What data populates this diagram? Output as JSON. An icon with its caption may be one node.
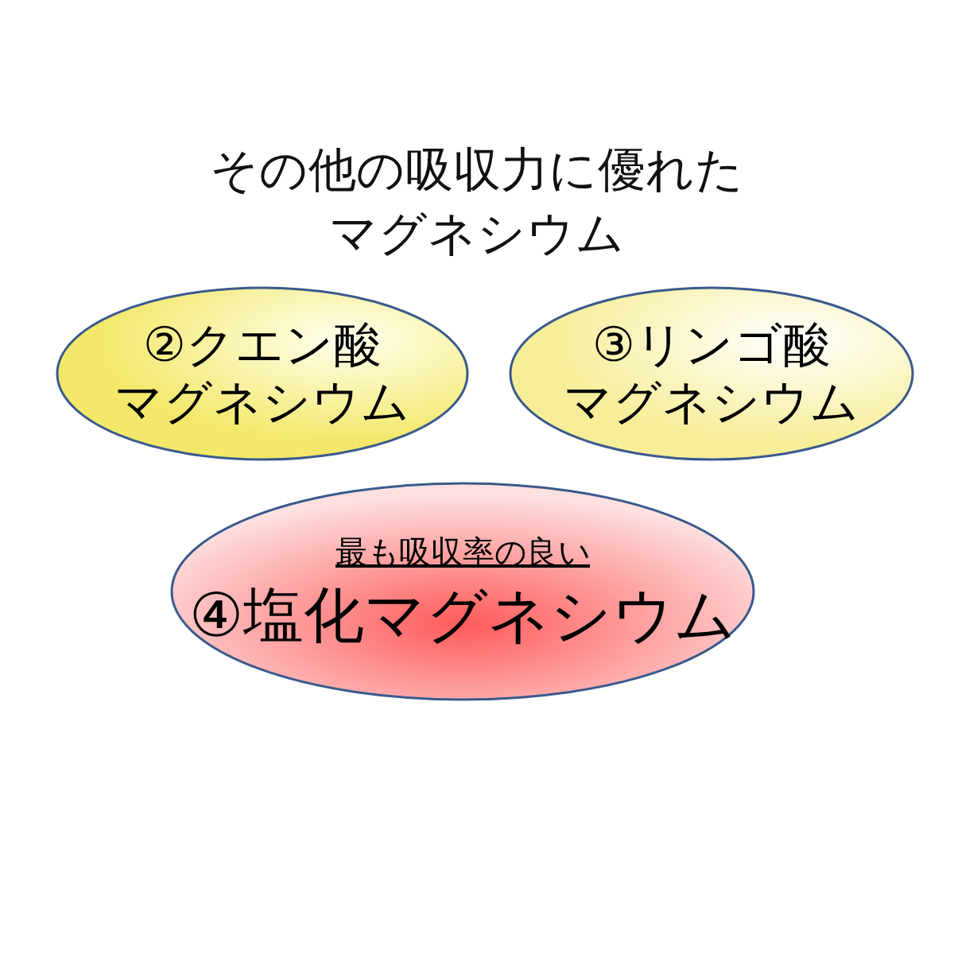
{
  "diagram": {
    "title": "その他の吸収力に優れたマグネシウム",
    "nodes": [
      {
        "text": [
          "②クエン酸マグネシウム"
        ]
      },
      {
        "text": [
          "③リンゴ酸マグネシウム"
        ]
      },
      {
        "text": [
          "最も吸収率の良い",
          "④塩化マグネシウム"
        ]
      }
    ]
  }
}
